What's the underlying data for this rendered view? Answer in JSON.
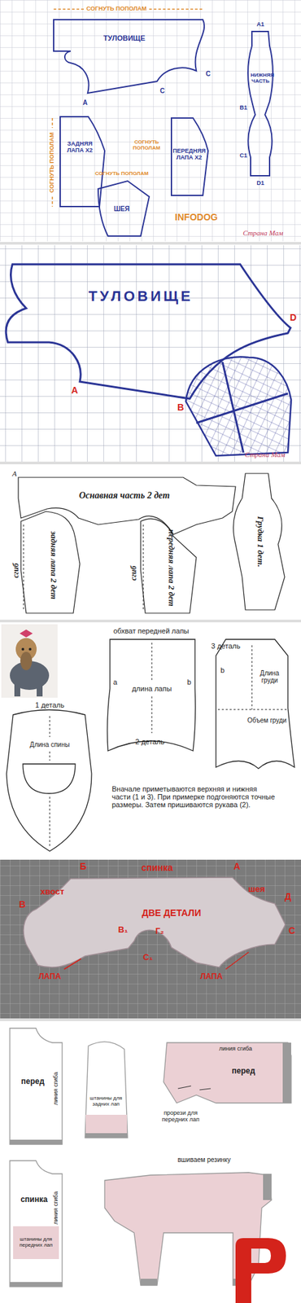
{
  "diagram": {
    "nodes": [
      {
        "text": [
          "ТУЛОВИЩЕ"
        ]
      },
      {
        "text": [
          "НИЖНЯЯ ЧАСТЬ"
        ]
      },
      {
        "text": [
          "ЗАДНЯЯ ЛАПА X2"
        ]
      },
      {
        "text": [
          "ПЕРЕДНЯЯ ЛАПА X2"
        ]
      },
      {
        "text": [
          "ШЕЯ"
        ]
      },
      {
        "text": [
          "ТУЛОВИЩЕ"
        ]
      },
      {
        "text": [
          "Оснавная часть 2 дет"
        ]
      },
      {
        "text": [
          "задняя лапа 2 дет"
        ]
      },
      {
        "text": [
          "передняя лапа 2 дет"
        ]
      },
      {
        "text": [
          "Грудка 1 дет."
        ]
      },
      {
        "text": [
          "2 деталь"
        ]
      },
      {
        "text": [
          "3 деталь"
        ]
      },
      {
        "text": [
          "1 деталь"
        ]
      },
      {
        "text": [
          "ДВЕ ДЕТАЛИ"
        ]
      },
      {
        "text": [
          "перед"
        ]
      },
      {
        "text": [
          "штанины для задних лап"
        ]
      },
      {
        "text": [
          "перед"
        ]
      },
      {
        "text": [
          "спинка"
        ]
      }
    ],
    "labels": [
      "СОГНУТЬ ПОПОЛАМ",
      "СОГНУТЬ ПОПОЛАМ",
      "СОГНУТЬ ПОПОЛАМ",
      "СОГНУТЬ ПОПОЛАМ",
      "A",
      "C",
      "C",
      "A1",
      "B1",
      "C1",
      "D1",
      "INFODOG",
      "Страна Мам",
      "A",
      "B",
      "D",
      "Страна Мам",
      "сгиб",
      "сгиб",
      "A",
      "обхват передней лапы",
      "a",
      "длина лапы",
      "b",
      "b",
      "Длина груди",
      "Объем груди",
      "Длина спины",
      "Вначале приметываются верхняя и нижняя части (1 и 3). При примерке подгоняются точные размеры. Затем пришиваются рукава (2).",
      "спинка",
      "Б",
      "А",
      "хвост",
      "В",
      "шея",
      "Д",
      "С",
      "В₁",
      "Г₂",
      "С₁",
      "ЛАПА",
      "ЛАПА",
      "линия сгиба",
      "линия сгиба",
      "прорези для передних лап",
      "линия сгиба",
      "штанины для передних лап",
      "вшиваем резинку"
    ]
  }
}
